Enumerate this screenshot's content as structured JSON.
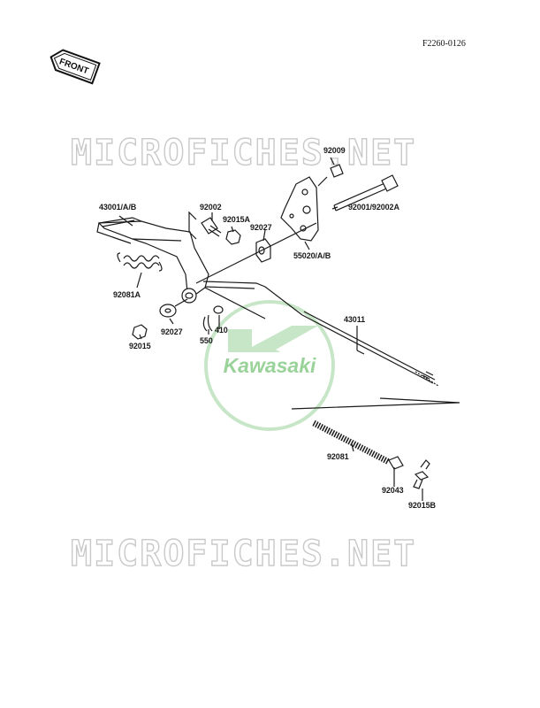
{
  "figure_id": "F2260-0126",
  "front_label": "FRONT",
  "watermark": {
    "text": "MICROFICHES.NET",
    "logo_text": "Kawasaki",
    "color": "#bfe6bf"
  },
  "parts": [
    {
      "id": "p-43001",
      "label": "43001/A/B"
    },
    {
      "id": "p-92002",
      "label": "92002"
    },
    {
      "id": "p-92015a",
      "label": "92015A"
    },
    {
      "id": "p-92027-top",
      "label": "92027"
    },
    {
      "id": "p-92009",
      "label": "92009"
    },
    {
      "id": "p-92001",
      "label": "92001/92002A"
    },
    {
      "id": "p-55020",
      "label": "55020/A/B"
    },
    {
      "id": "p-92081a",
      "label": "92081A"
    },
    {
      "id": "p-92027-bot",
      "label": "92027"
    },
    {
      "id": "p-92015",
      "label": "92015"
    },
    {
      "id": "p-550",
      "label": "550"
    },
    {
      "id": "p-410",
      "label": "410"
    },
    {
      "id": "p-43011",
      "label": "43011"
    },
    {
      "id": "p-92081",
      "label": "92081"
    },
    {
      "id": "p-92043",
      "label": "92043"
    },
    {
      "id": "p-92015b",
      "label": "92015B"
    }
  ],
  "colors": {
    "line": "#1a1a1a",
    "watermark_green": "#8fcf8f"
  }
}
